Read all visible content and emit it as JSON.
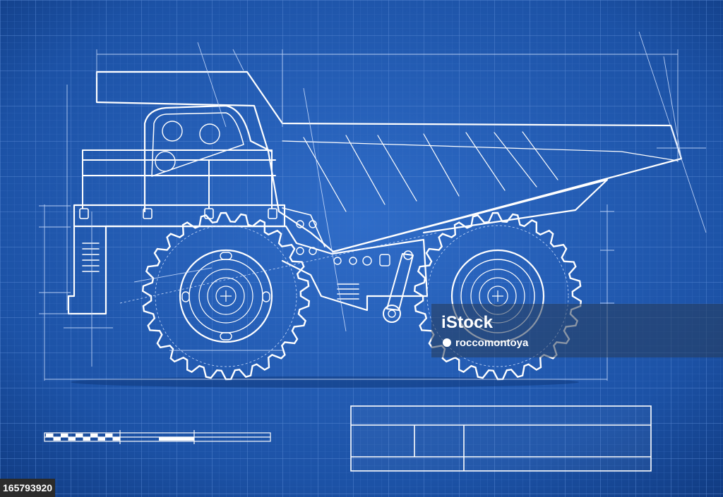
{
  "watermark": {
    "brand": "iStock",
    "credit": "roccomontoya"
  },
  "image_id": "165793920",
  "colors": {
    "background": "#1a4fa0",
    "grid_minor": "#3a6cc0",
    "grid_major": "#5b8ad6",
    "lines": "#ffffff"
  },
  "icons": [
    "credit-user-icon"
  ]
}
